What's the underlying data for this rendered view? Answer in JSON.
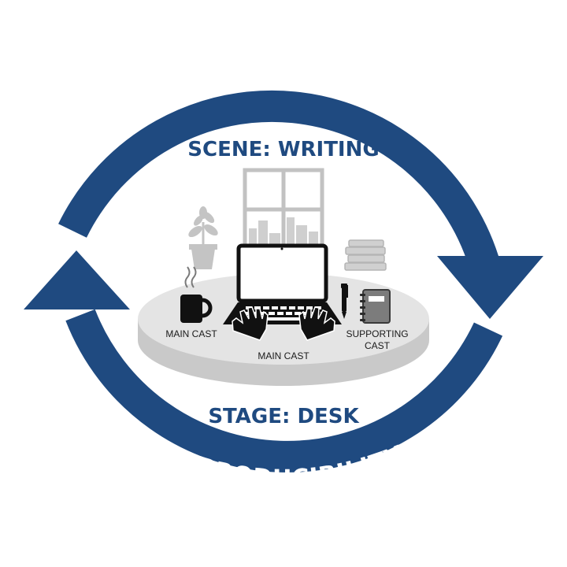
{
  "diagram": {
    "scene_title": "SCENE: WRITING",
    "stage_title": "STAGE: DESK",
    "cycle_label": "REPRODUCIBILITY",
    "labels": {
      "mug": "MAIN CAST",
      "laptop": "MAIN CAST",
      "notebook_line1": "SUPPORTING",
      "notebook_line2": "CAST"
    }
  },
  "colors": {
    "ring_blue": "#1f4a80",
    "ring_text": "#ffffff",
    "title_blue": "#1f4a80",
    "icon_dark": "#111111",
    "icon_gray": "#b9b9b9",
    "desk_top": "#e4e4e4",
    "desk_side": "#c9c9c9"
  },
  "icons": {
    "window": "window-icon",
    "plant": "potted-plant-icon",
    "books": "book-stack-icon",
    "mug": "coffee-mug-icon",
    "laptop": "laptop-icon",
    "hands": "typing-hands-icon",
    "pen": "pen-icon",
    "notebook": "notebook-icon",
    "cycle": "cycle-arrows-icon"
  }
}
